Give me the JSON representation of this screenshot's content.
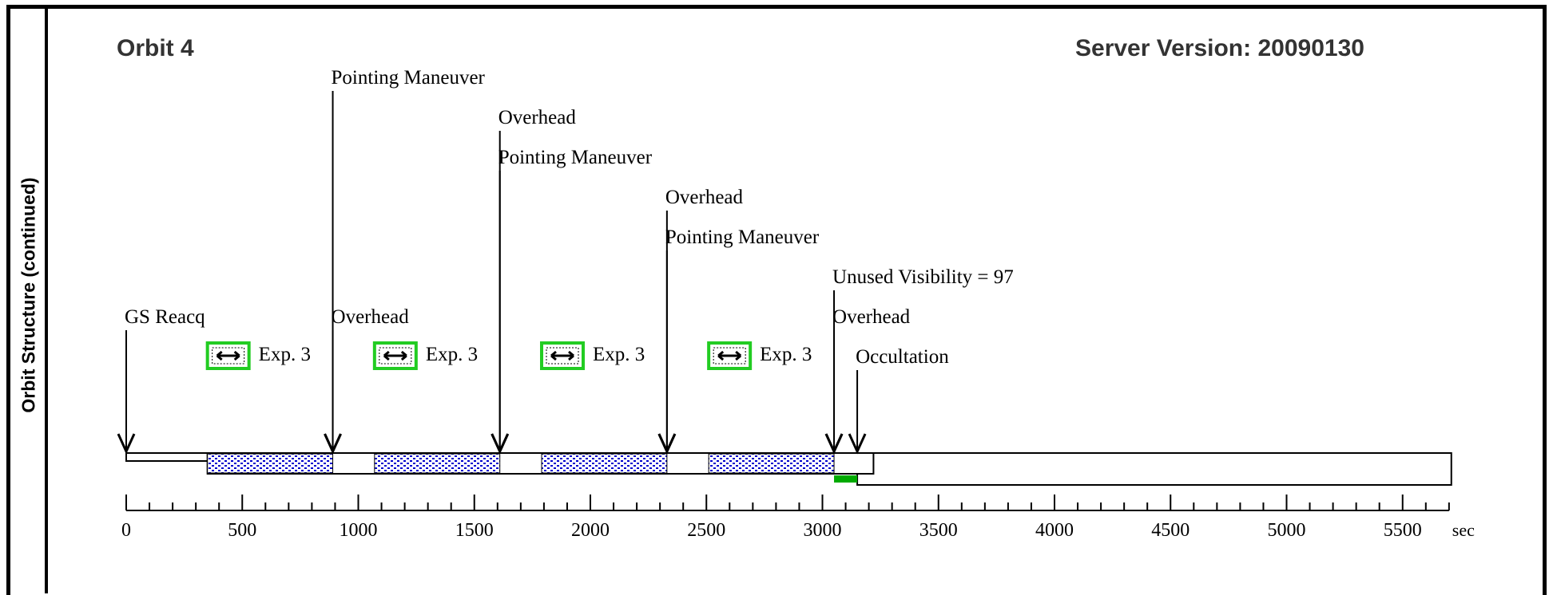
{
  "side_label": "Orbit Structure (continued)",
  "orbit_title": "Orbit 4",
  "server_version": "Server Version: 20090130",
  "colors": {
    "exposure_fill": "#0000cc",
    "exposure_icon_border": "#22cc22",
    "occultation_bar": "#00aa00",
    "line": "#000000"
  },
  "axis": {
    "min": 0,
    "max": 5700,
    "major_step": 500,
    "minor_step": 100,
    "tick_labels": [
      "0",
      "500",
      "1000",
      "1500",
      "2000",
      "2500",
      "3000",
      "3500",
      "4000",
      "4500",
      "5000",
      "5500"
    ],
    "unit": "sec"
  },
  "events": [
    {
      "label": "GS Reacq",
      "time": 0,
      "tier": 0
    },
    {
      "label": "Overhead",
      "time": 890,
      "tier": 0
    },
    {
      "label": "Pointing Maneuver",
      "time": 890,
      "tier": 6
    },
    {
      "label": "Overhead",
      "time": 1610,
      "tier": 5
    },
    {
      "label": "Pointing Maneuver",
      "time": 1610,
      "tier": 4
    },
    {
      "label": "Overhead",
      "time": 2330,
      "tier": 3
    },
    {
      "label": "Pointing Maneuver",
      "time": 2330,
      "tier": 2
    },
    {
      "label": "Unused Visibility = 97",
      "time": 3050,
      "tier": 1
    },
    {
      "label": "Overhead",
      "time": 3050,
      "tier": 0
    },
    {
      "label": "Occultation",
      "time": 3150,
      "tier": -1
    }
  ],
  "exposures": [
    {
      "label": "Exp. 3",
      "start": 350,
      "end": 890
    },
    {
      "label": "Exp. 3",
      "start": 1070,
      "end": 1610
    },
    {
      "label": "Exp. 3",
      "start": 1790,
      "end": 2330
    },
    {
      "label": "Exp. 3",
      "start": 2510,
      "end": 3050
    }
  ],
  "segments": {
    "gs_reacq_bar": {
      "start": 0,
      "end": 350
    },
    "visibility_bar": {
      "start": 350,
      "end": 3220
    },
    "occultation_bar": {
      "start": 3150,
      "end": 5710
    },
    "occultation_marker": {
      "start": 3050,
      "end": 3150
    }
  }
}
